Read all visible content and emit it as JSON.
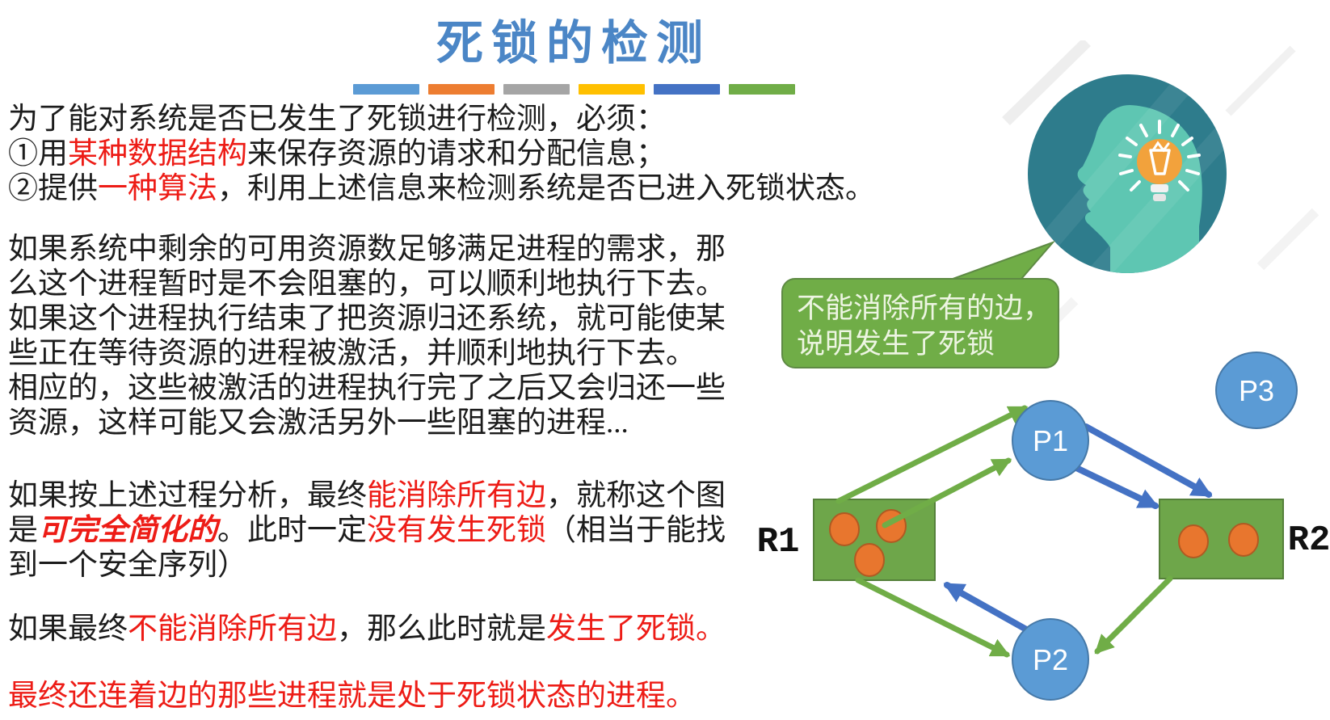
{
  "slide": {
    "title": "死锁的检测",
    "divider_colors": [
      "#5B9BD5",
      "#ED7D31",
      "#A5A5A5",
      "#FFC000",
      "#4472C4",
      "#70AD47"
    ],
    "body": {
      "paragraphs": [
        {
          "name": "detection-requirements",
          "lines": [
            [
              {
                "text": "为了能对系统是否已发生了死锁进行检测，必须：",
                "style": "k"
              }
            ],
            [
              {
                "text": "①用",
                "style": "k"
              },
              {
                "text": "某种数据结构",
                "style": "r"
              },
              {
                "text": "来保存资源的请求和分配信息；",
                "style": "k"
              }
            ],
            [
              {
                "text": "②提供",
                "style": "k"
              },
              {
                "text": "一种算法",
                "style": "r"
              },
              {
                "text": "，利用上述信息来检测系统是否已进入死锁状态。",
                "style": "k"
              }
            ]
          ]
        },
        {
          "name": "process-analysis",
          "lines": [
            [
              {
                "text": "如果系统中剩余的可用资源数足够满足进程的需求，那",
                "style": "k"
              }
            ],
            [
              {
                "text": "么这个进程暂时是不会阻塞的，可以顺利地执行下去。",
                "style": "k"
              }
            ],
            [
              {
                "text": "如果这个进程执行结束了把资源归还系统，就可能使某",
                "style": "k"
              }
            ],
            [
              {
                "text": "些正在等待资源的进程被激活，并顺利地执行下去。",
                "style": "k"
              }
            ],
            [
              {
                "text": "相应的，这些被激活的进程执行完了之后又会归还一些",
                "style": "k"
              }
            ],
            [
              {
                "text": "资源，这样可能又会激活另外一些阻塞的进程...",
                "style": "k"
              }
            ]
          ]
        },
        {
          "name": "fully-reducible",
          "lines": [
            [
              {
                "text": "如果按上述过程分析，最终",
                "style": "k"
              },
              {
                "text": "能消除所有边",
                "style": "r"
              },
              {
                "text": "，就称这个图",
                "style": "k"
              }
            ],
            [
              {
                "text": "是",
                "style": "k"
              },
              {
                "text": "可完全简化的",
                "style": "rbi"
              },
              {
                "text": "。此时一定",
                "style": "k"
              },
              {
                "text": "没有发生死锁",
                "style": "r"
              },
              {
                "text": "（相当于能找",
                "style": "k"
              }
            ],
            [
              {
                "text": "到一个安全序列）",
                "style": "k"
              }
            ]
          ]
        },
        {
          "name": "deadlock-occurred",
          "lines": [
            [
              {
                "text": "如果最终",
                "style": "k"
              },
              {
                "text": "不能消除所有边",
                "style": "r"
              },
              {
                "text": "，那么此时就是",
                "style": "k"
              },
              {
                "text": "发生了死锁。",
                "style": "r"
              }
            ]
          ]
        },
        {
          "name": "deadlocked-processes",
          "lines": [
            [
              {
                "text": "最终还连着边的那些进程就是处于死锁状态的进程。",
                "style": "r"
              }
            ]
          ]
        }
      ]
    },
    "callout": {
      "line1": "不能消除所有的边，",
      "line2": "说明发生了死锁"
    },
    "illustration": {
      "icon": "head-with-lightbulb-icon"
    },
    "diagram": {
      "type": "resource-allocation-graph",
      "labels": {
        "p1": "P1",
        "p2": "P2",
        "p3": "P3",
        "r1": "R1",
        "r2": "R2"
      },
      "resources": [
        {
          "id": "R1",
          "units": 3
        },
        {
          "id": "R2",
          "units": 2
        }
      ],
      "processes": [
        "P1",
        "P2",
        "P3"
      ],
      "edges": [
        {
          "from": "R1",
          "to": "P1",
          "kind": "assignment",
          "count": 2
        },
        {
          "from": "P1",
          "to": "R2",
          "kind": "request",
          "count": 2
        },
        {
          "from": "R1",
          "to": "P2",
          "kind": "assignment",
          "count": 1
        },
        {
          "from": "P2",
          "to": "R1",
          "kind": "request",
          "count": 1
        },
        {
          "from": "R2",
          "to": "P2",
          "kind": "assignment",
          "count": 1
        }
      ]
    },
    "colors": {
      "title_blue": "#4b86c6",
      "text_black": "#1c1c1c",
      "highlight_red": "#ed1c16",
      "node_blue": "#5B9BD5",
      "node_blue_border": "#4679a8",
      "resource_green": "#6ea64a",
      "resource_green_border": "#55803a",
      "dot_orange": "#e8762e",
      "dot_orange_border": "#b05a22",
      "assignment_arrow_green": "#70AD47",
      "request_arrow_blue": "#4472C4",
      "bubble_green": "#70AD47",
      "bubble_border": "#5e8a44",
      "head_circle_teal": "#2e7c8c",
      "head_face_teal": "#5ec6b2",
      "bulb_orange": "#f2a23c"
    }
  }
}
